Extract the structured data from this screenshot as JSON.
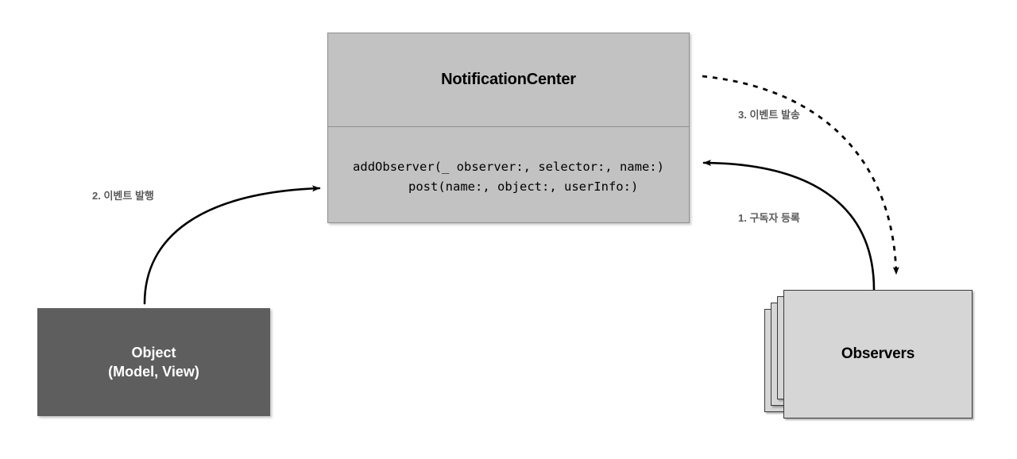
{
  "diagram": {
    "title": "NotificationCenter Observer Pattern Diagram",
    "background_color": "#ffffff"
  },
  "notification_center": {
    "title": "NotificationCenter",
    "methods": [
      "addObserver(_ observer:, selector:, name:)",
      "    post(name:, object:, userInfo:)"
    ],
    "fill_color": "#c2c2c2",
    "border_color": "#8f8f8f"
  },
  "object_box": {
    "lines": [
      "Object",
      "(Model, View)"
    ],
    "fill_color": "#5e5e5e",
    "text_color": "#ffffff"
  },
  "observers": {
    "label": "Observers",
    "card_count": 4,
    "fill_color": "#d6d6d6",
    "border_color": "#3a3a3a"
  },
  "steps": [
    {
      "id": "step-1",
      "label": "1. 구독자 등록",
      "style": "solid",
      "from": "Observers",
      "to": "NotificationCenter"
    },
    {
      "id": "step-2",
      "label": "2. 이벤트 발행",
      "style": "solid",
      "from": "Object",
      "to": "NotificationCenter"
    },
    {
      "id": "step-3",
      "label": "3. 이벤트 발송",
      "style": "dashed",
      "from": "NotificationCenter",
      "to": "Observers"
    }
  ],
  "label_color": "#5a5a5a",
  "arrow_color": "#000000"
}
